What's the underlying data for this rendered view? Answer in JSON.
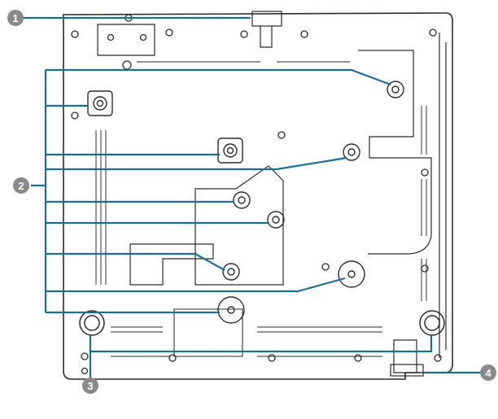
{
  "figure": {
    "description_colors": {
      "outline": "#2b2b2b",
      "leader_line": "#1a6f9a",
      "callout_badge": "#8a8a8a",
      "callout_text": "#ffffff",
      "background": "#ffffff",
      "vent": "#555555"
    },
    "callouts": [
      {
        "id": "1",
        "label": "1"
      },
      {
        "id": "2",
        "label": "2"
      },
      {
        "id": "3",
        "label": "3"
      },
      {
        "id": "4",
        "label": "4"
      }
    ]
  }
}
